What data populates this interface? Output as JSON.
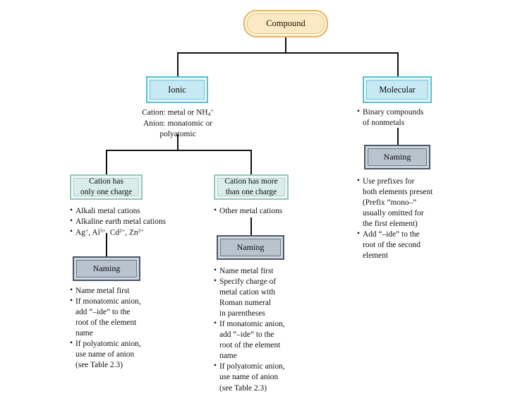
{
  "diagram": {
    "title": "Compound naming flowchart",
    "colors": {
      "root_fill": "#fbe9c4",
      "root_border": "#e2b85c",
      "ionic_fill": "#c6e9f4",
      "ionic_border": "#57c0da",
      "charge_fill": "#d9ecea",
      "charge_border": "#9dc4bf",
      "naming_fill": "#b9c3ce",
      "naming_border": "#4d5866",
      "connector": "#111111"
    },
    "nodes": {
      "root": {
        "label": "Compound"
      },
      "ionic": {
        "label": "Ionic"
      },
      "molecular": {
        "label": "Molecular"
      },
      "cation_one_charge": {
        "line1": "Cation has",
        "line2": "only one charge"
      },
      "cation_more_charge": {
        "line1": "Cation has more",
        "line2": "than one charge"
      },
      "naming_one_charge": {
        "label": "Naming"
      },
      "naming_more_charge": {
        "label": "Naming"
      },
      "naming_molecular": {
        "label": "Naming"
      }
    },
    "text_blocks": {
      "ionic_desc": {
        "line1_prefix": "Cation: metal or NH",
        "line1_sub": "4",
        "line1_sup": "+",
        "line2": "Anion: monatomic or",
        "line3": "polyatomic"
      },
      "molecular_desc": {
        "b1_line1": "Binary compounds",
        "b1_line2": "of nonmetals"
      },
      "one_charge_desc": {
        "b1": "Alkali metal cations",
        "b2": "Alkaline earth metal cations",
        "b3_ag": "Ag",
        "b3_ag_sup": "+",
        "b3_al": "Al",
        "b3_al_sup": "3+",
        "b3_cd": "Cd",
        "b3_cd_sup": "2+",
        "b3_zn": "Zn",
        "b3_zn_sup": "2+"
      },
      "more_charge_desc": {
        "b1": "Other metal cations"
      },
      "naming_one_charge_rules": {
        "b1": "Name metal first",
        "b2_l1": "If monatomic anion,",
        "b2_l2": "add “–ide” to the",
        "b2_l3": "root of the element",
        "b2_l4": "name",
        "b3_l1": "If polyatomic anion,",
        "b3_l2": "use name of anion",
        "b3_l3": "(see Table 2.3)"
      },
      "naming_more_charge_rules": {
        "b1": "Name metal first",
        "b2_l1": "Specify charge of",
        "b2_l2": "metal cation with",
        "b2_l3": "Roman numeral",
        "b2_l4": "in parentheses",
        "b3_l1": "If monatomic anion,",
        "b3_l2": "add “–ide” to the",
        "b3_l3": "root of the element",
        "b3_l4": "name",
        "b4_l1": "If polyatomic anion,",
        "b4_l2": "use name of anion",
        "b4_l3": "(see Table 2.3)"
      },
      "naming_molecular_rules": {
        "b1_l1": "Use prefixes for",
        "b1_l2": "both elements present",
        "b1_l3": "(Prefix “mono–”",
        "b1_l4": "usually omitted for",
        "b1_l5": "the first element)",
        "b2_l1": "Add “–ide” to the",
        "b2_l2": "root of the second",
        "b2_l3": "element"
      }
    }
  }
}
